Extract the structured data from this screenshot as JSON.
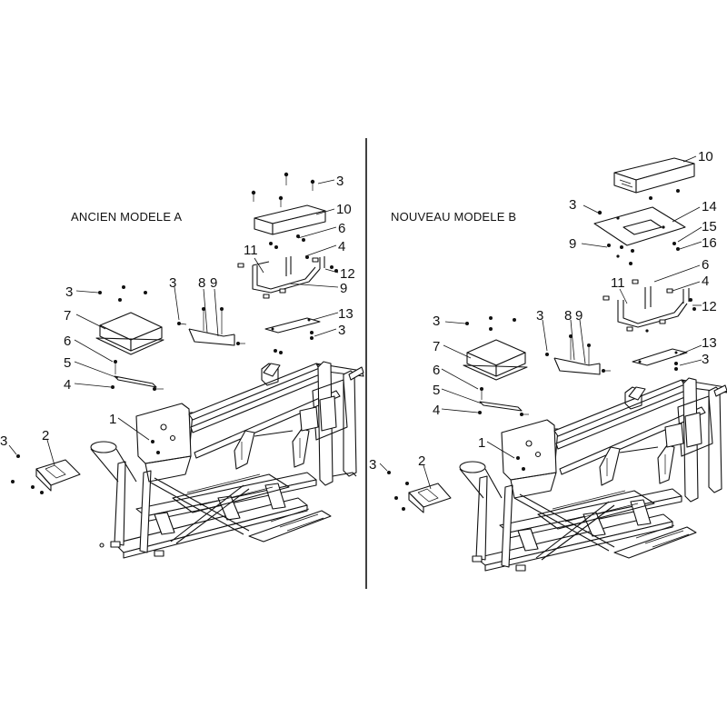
{
  "diagram": {
    "models": [
      {
        "id": "A",
        "title": "ANCIEN MODELE A",
        "callouts": [
          {
            "key": "c10",
            "text": "10"
          },
          {
            "key": "c3t",
            "text": "3"
          },
          {
            "key": "c6",
            "text": "6"
          },
          {
            "key": "c4",
            "text": "4"
          },
          {
            "key": "c11",
            "text": "11"
          },
          {
            "key": "c12",
            "text": "12"
          },
          {
            "key": "c9r",
            "text": "9"
          },
          {
            "key": "c13",
            "text": "13"
          },
          {
            "key": "c3r",
            "text": "3"
          },
          {
            "key": "c3m",
            "text": "3"
          },
          {
            "key": "c8",
            "text": "8"
          },
          {
            "key": "c9m",
            "text": "9"
          },
          {
            "key": "c3l",
            "text": "3"
          },
          {
            "key": "c7",
            "text": "7"
          },
          {
            "key": "c6l",
            "text": "6"
          },
          {
            "key": "c5",
            "text": "5"
          },
          {
            "key": "c4l",
            "text": "4"
          },
          {
            "key": "c1",
            "text": "1"
          },
          {
            "key": "c2",
            "text": "2"
          },
          {
            "key": "c3ll",
            "text": "3"
          }
        ]
      },
      {
        "id": "B",
        "title": "NOUVEAU MODELE B",
        "callouts": [
          {
            "key": "c10",
            "text": "10"
          },
          {
            "key": "c3t",
            "text": "3"
          },
          {
            "key": "c14",
            "text": "14"
          },
          {
            "key": "c15",
            "text": "15"
          },
          {
            "key": "c9t",
            "text": "9"
          },
          {
            "key": "c16",
            "text": "16"
          },
          {
            "key": "c6",
            "text": "6"
          },
          {
            "key": "c4",
            "text": "4"
          },
          {
            "key": "c11",
            "text": "11"
          },
          {
            "key": "c12",
            "text": "12"
          },
          {
            "key": "c13",
            "text": "13"
          },
          {
            "key": "c3r",
            "text": "3"
          },
          {
            "key": "c3m",
            "text": "3"
          },
          {
            "key": "c8",
            "text": "8"
          },
          {
            "key": "c9m",
            "text": "9"
          },
          {
            "key": "c3l",
            "text": "3"
          },
          {
            "key": "c7",
            "text": "7"
          },
          {
            "key": "c6l",
            "text": "6"
          },
          {
            "key": "c5",
            "text": "5"
          },
          {
            "key": "c4l",
            "text": "4"
          },
          {
            "key": "c1",
            "text": "1"
          },
          {
            "key": "c2",
            "text": "2"
          },
          {
            "key": "c3ll",
            "text": "3"
          }
        ]
      }
    ]
  }
}
